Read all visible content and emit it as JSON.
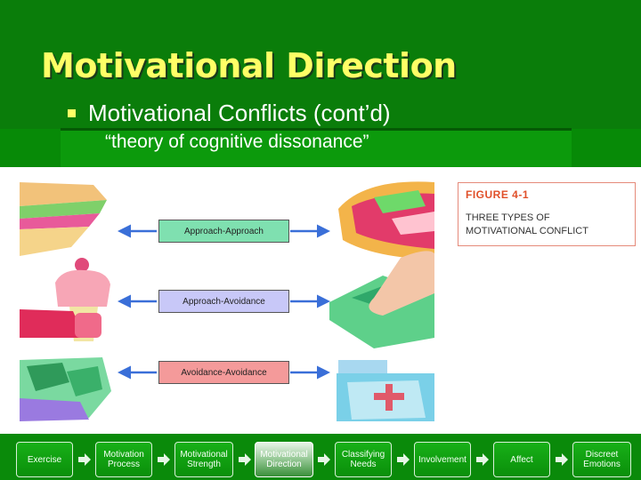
{
  "slide": {
    "title": "Motivational Direction",
    "bullet": "Motivational Conflicts (cont’d)",
    "subbullet": "“theory of cognitive dissonance”"
  },
  "figure": {
    "number": "FIGURE 4-1",
    "caption": "THREE TYPES OF MOTIVATIONAL CONFLICT",
    "labels": [
      "Approach-Approach",
      "Approach-Avoidance",
      "Avoidance-Avoidance"
    ]
  },
  "nav": {
    "items": [
      {
        "label": "Exercise"
      },
      {
        "label": "Motivation Process"
      },
      {
        "label": "Motivational Strength"
      },
      {
        "label": "Motivational Direction"
      },
      {
        "label": "Classifying Needs"
      },
      {
        "label": "Involvement"
      },
      {
        "label": "Affect"
      },
      {
        "label": "Discreet Emotions"
      }
    ],
    "active_index": 3
  },
  "colors": {
    "header_green": "#0a7d0a",
    "title_yellow": "#ffff66",
    "arrow_blue": "#3a6fd8",
    "caption_red": "#e0502a"
  }
}
